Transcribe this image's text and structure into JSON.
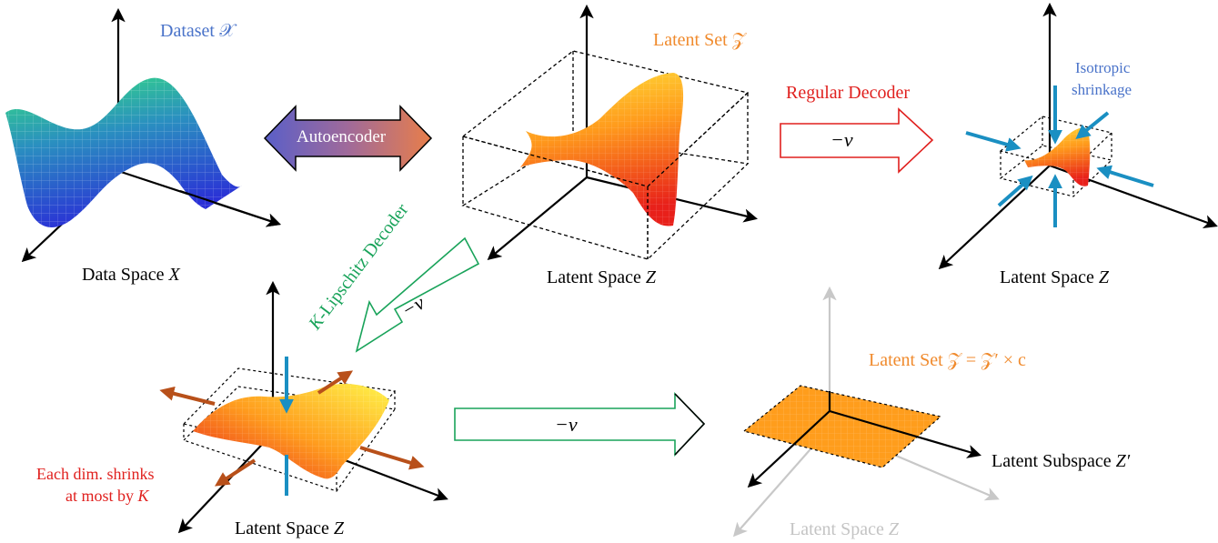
{
  "labels": {
    "dataset": "Dataset 𝒳",
    "data_space": "Data Space",
    "data_space_var": "X",
    "autoencoder": "Autoencoder",
    "latent_set_top": "Latent Set 𝒵",
    "latent_space_mid": "Latent Space",
    "latent_space_mid_var": "Z",
    "regular_decoder": "Regular Decoder",
    "minus_v": "−v",
    "isotropic_line1": "Isotropic",
    "isotropic_line2": "shrinkage",
    "latent_space_right": "Latent Space",
    "latent_space_right_var": "Z",
    "lipschitz_k": "K",
    "lipschitz_rest": "-Lipschitz Decoder",
    "latent_space_bottom_left": "Latent Space",
    "latent_space_bottom_left_var": "Z",
    "each_dim_line1": "Each dim. shrinks",
    "each_dim_line2": "at most by",
    "each_dim_var": "K",
    "latent_set_product": "Latent Set 𝒵 = 𝒵′ × c",
    "latent_subspace": "Latent Subspace",
    "latent_subspace_var": "Z′",
    "latent_space_grey": "Latent Space",
    "latent_space_grey_var": "Z"
  },
  "colors": {
    "dataset": "#4a73c9",
    "latent_set": "#f08a2c",
    "regular": "#e0201e",
    "lipschitz": "#19a35a",
    "shrink_arrows": "#1a8fc2",
    "expand_arrows": "#b8501a",
    "faded_axes": "#c8c8c8"
  }
}
